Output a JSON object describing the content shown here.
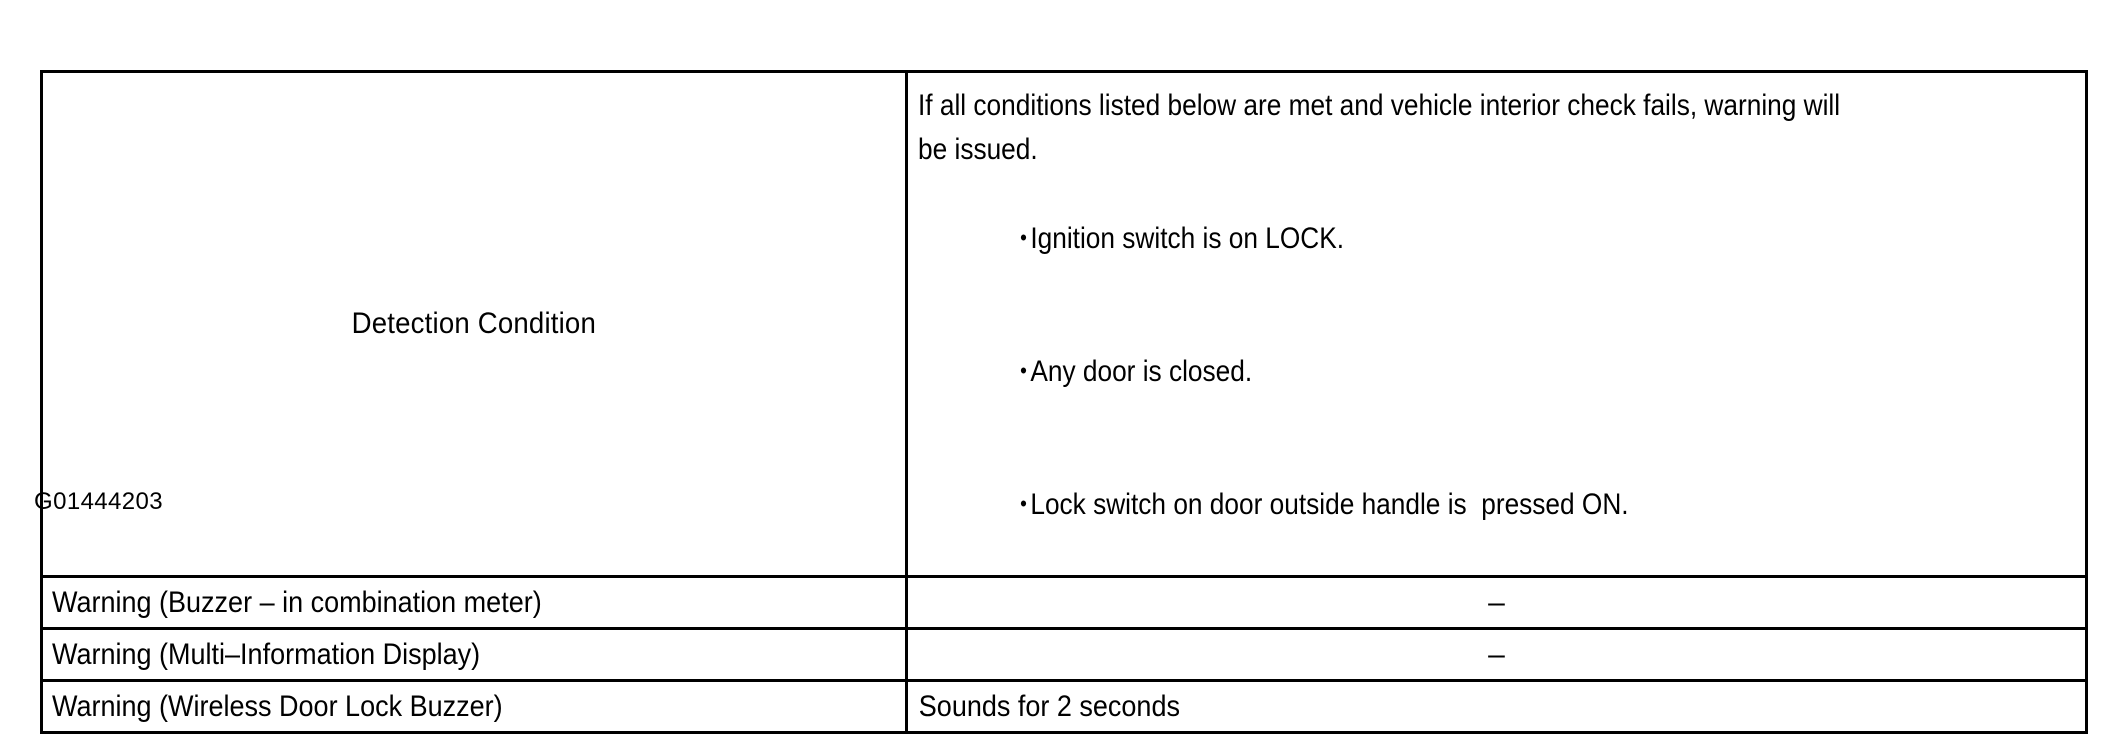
{
  "table": {
    "header_row": {
      "label": "Detection Condition",
      "condition": {
        "intro_lines": [
          "If all conditions listed below are met and vehicle interior check fails, warning will",
          "be issued."
        ],
        "bullet_marker": "•",
        "bullets": [
          "Ignition switch is on LOCK.",
          "Any door is closed.",
          "Lock switch on door outside handle is  pressed ON."
        ]
      }
    },
    "rows": [
      {
        "label": "Warning (Buzzer – in combination meter)",
        "value": "–",
        "value_is_dash": true
      },
      {
        "label": "Warning (Multi–Information Display)",
        "value": "–",
        "value_is_dash": true
      },
      {
        "label": "Warning (Wireless Door Lock Buzzer)",
        "value": "Sounds for 2 seconds",
        "value_is_dash": false
      }
    ]
  },
  "caption": "G01444203",
  "colors": {
    "border": "#000000",
    "text": "#000000",
    "background": "#ffffff"
  }
}
